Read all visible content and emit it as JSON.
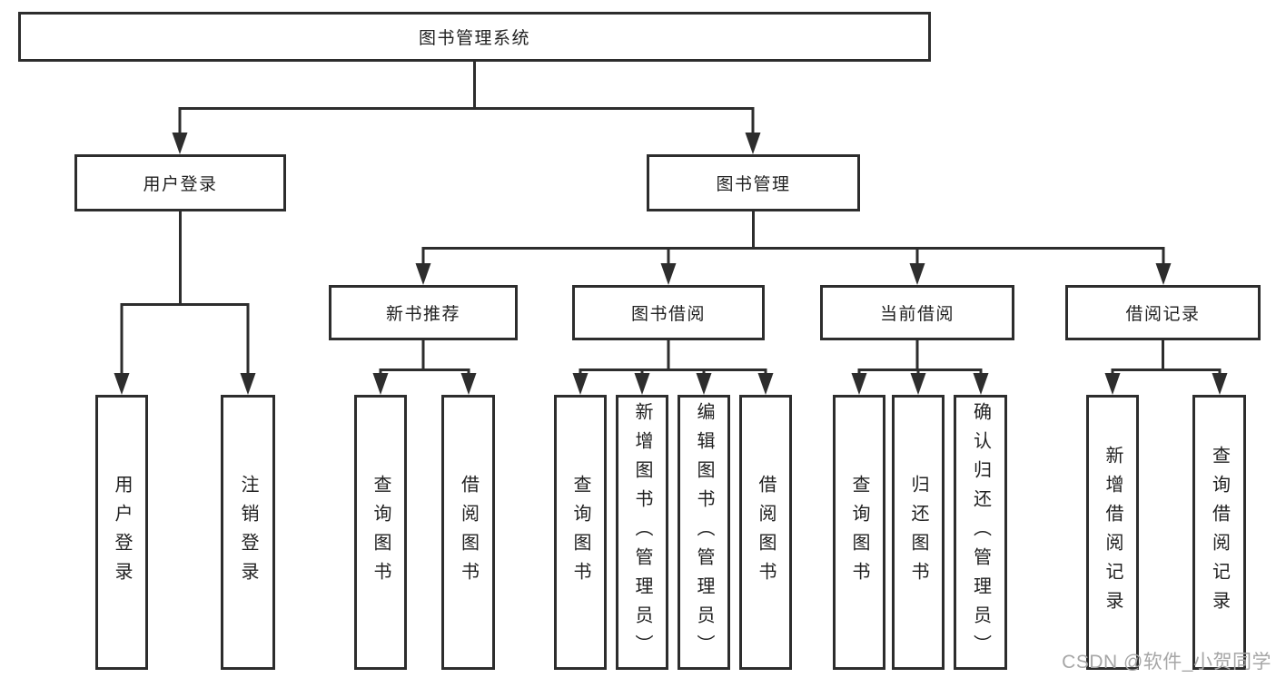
{
  "diagram": {
    "nodes": {
      "root": {
        "label": "图书管理系统"
      },
      "level2": {
        "user_login": {
          "label": "用户登录"
        },
        "book_management": {
          "label": "图书管理"
        }
      },
      "level3": {
        "new_book_recommend": {
          "label": "新书推荐"
        },
        "book_borrowing": {
          "label": "图书借阅"
        },
        "current_borrowing": {
          "label": "当前借阅"
        },
        "borrowing_records": {
          "label": "借阅记录"
        }
      },
      "leaves": {
        "user_login": {
          "label": "用户登录"
        },
        "logout": {
          "label": "注销登录"
        },
        "recommend_query_books": {
          "label": "查询图书"
        },
        "recommend_borrow_books": {
          "label": "借阅图书"
        },
        "borrow_query_books": {
          "label": "查询图书"
        },
        "borrow_add_books": {
          "label": "新增图书（管理员）"
        },
        "borrow_edit_books": {
          "label": "编辑图书（管理员）"
        },
        "borrow_borrow_books": {
          "label": "借阅图书"
        },
        "current_query_books": {
          "label": "查询图书"
        },
        "current_return_books": {
          "label": "归还图书"
        },
        "current_confirm_return": {
          "label": "确认归还（管理员）"
        },
        "records_add_record": {
          "label": "新增借阅记录"
        },
        "records_query_record": {
          "label": "查询借阅记录"
        }
      }
    },
    "watermark": {
      "text": "CSDN @软件_小贺同学"
    },
    "colors": {
      "line": "#2d2d2d",
      "box_border": "#2d2d2d",
      "box_background": "#ffffff",
      "text": "#212121",
      "watermark": "#a6a6a6",
      "page_background": "#ffffff"
    }
  }
}
